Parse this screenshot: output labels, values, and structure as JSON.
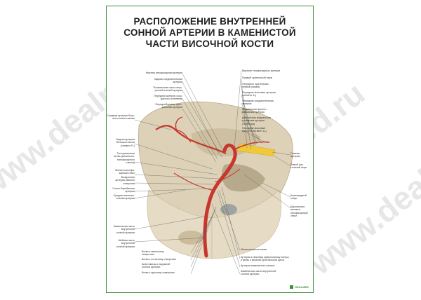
{
  "title": {
    "line1": "РАСПОЛОЖЕНИЕ ВНУТРЕННЕЙ",
    "line2": "СОННОЙ АРТЕРИИ В КАМЕНИСТОЙ",
    "line3": "ЧАСТИ ВИСОЧНОЙ КОСТИ"
  },
  "labels_right": [
    "Верхние гипофизарные артерии",
    "Правый зрительный нерв",
    "Перекрест зрительных\nнервов (хиазм)",
    "Передние мозговые артерии\n(сегмент A₁)",
    "Передняя соединительная\nартерия",
    "Медиальная фронто-\nбазальная артерия",
    "Дистальная медиальная\nстриарная артерия\n(Гейбнера)",
    "Передние мозговые\nартерии (сегмент A₂)",
    "Глазная\nартерия",
    "Левый зри-\nтельный нерв",
    "Клиновидный\nсинус",
    "Дорсальная менинге-\nгипофизарный ствол"
  ],
  "labels_left": [
    "Нижняя гипофизарная артерия",
    "Задняя соединительная\nартерия",
    "Позвоночная часть внут-\nренней сонной артерии",
    "Передняя артерия сосу-\nдистого сплетения",
    "Переднебоковые цент-\nральные артерии",
    "Средняя артерия боль-\nшого мозга и ветви",
    "Задняя артерия\nбольшого мозга\n(сегмент P₁)",
    "Тенториальная\nветвь (менингого-\nгипофизарного\nствола)",
    "Менингогипофи-\nзарный ствол",
    "Возвратная\nартерия рваного\nотверстия",
    "Сонно-барабанная\nартерия",
    "Средняя менинге-\nальная артерия",
    "Каменистая часть\nвнутренней\nсонной артерии",
    "Шейная часть внутренней\nсонной артерии"
  ],
  "labels_bottom_left": [
    "Ветвь к овальному\nотверстию",
    "Ветвь к остистому отверстию",
    "Анастомозы к наружной\nсонной артерии",
    "Ветвь к круглому отверстию"
  ],
  "labels_bottom_right": [
    "Менингиальные ветви",
    "Артерия к нижнему кавернозному синусу\nи ветвь к верхней орбитальной щели",
    "Артерии каменистого канала",
    "Каменистая часть внутренней\nсонной артерии"
  ],
  "watermark": "www.dealmed.ru",
  "logo": "DEALMED",
  "colors": {
    "frame": "#3f8e3a",
    "artery": "#c8372d",
    "bone": "#ddd2b8",
    "text": "#333333"
  }
}
